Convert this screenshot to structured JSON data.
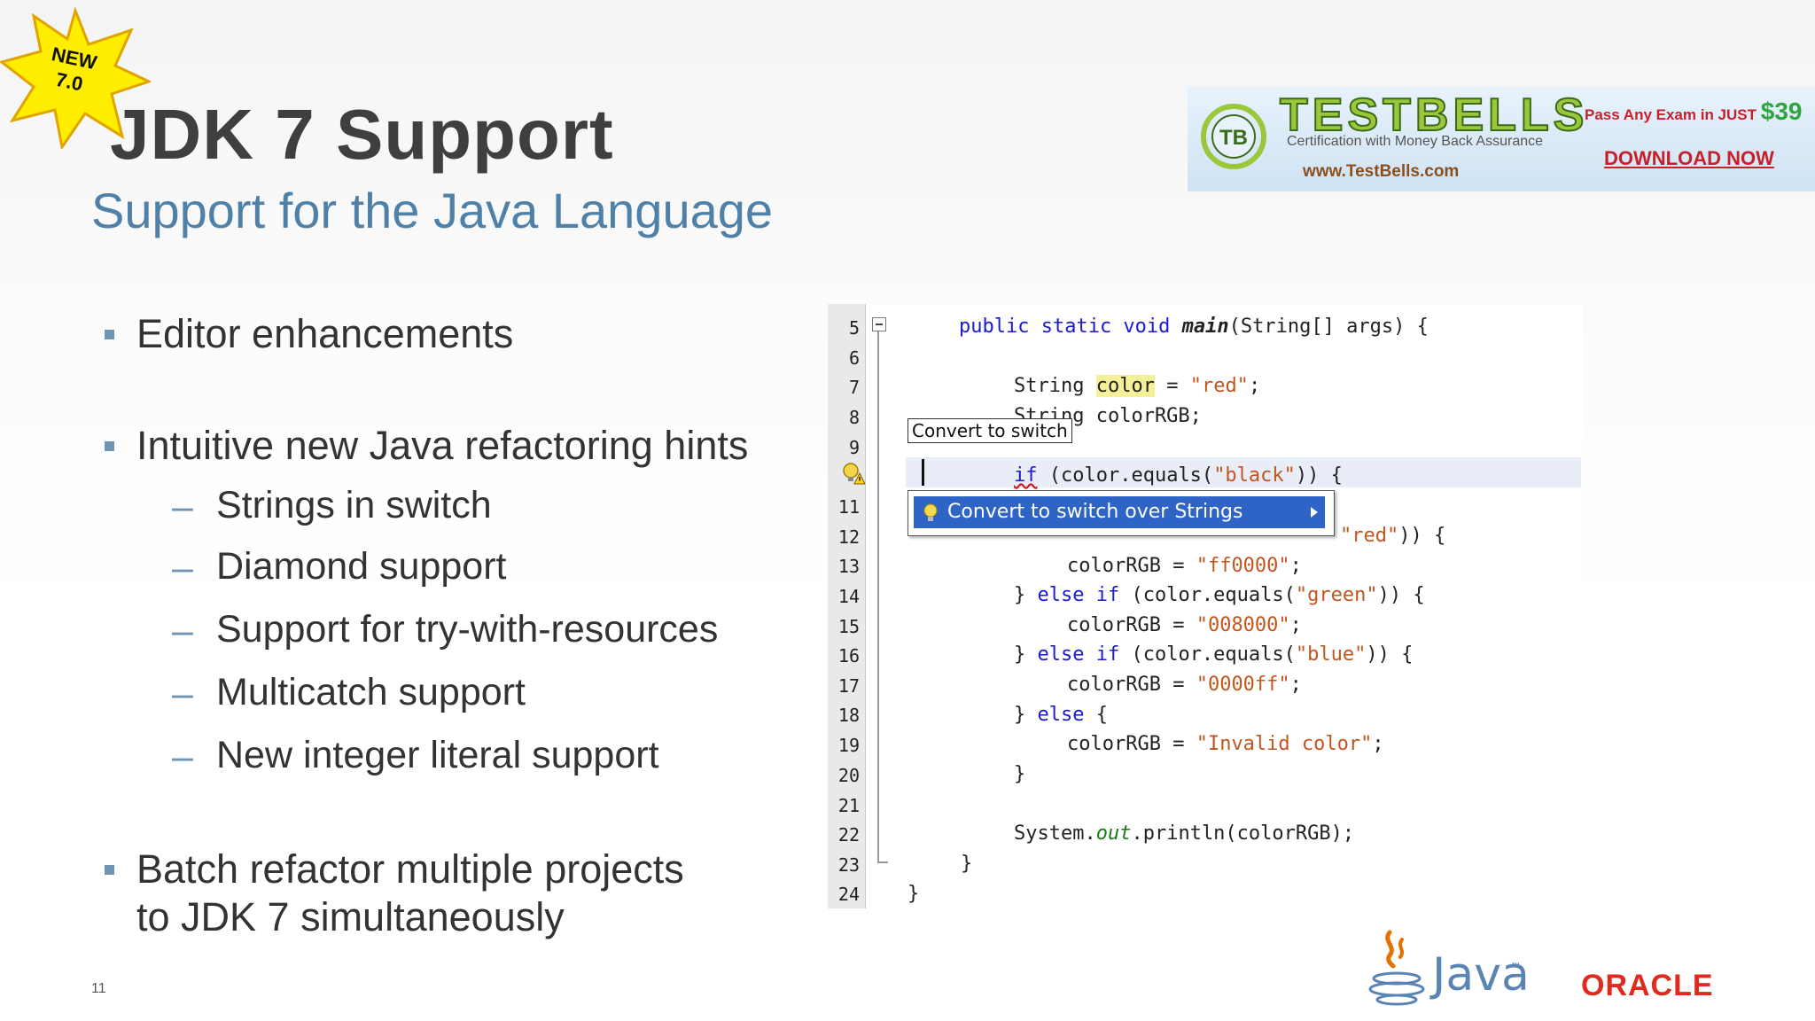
{
  "badge": {
    "line1": "NEW",
    "line2": "7.0"
  },
  "header": {
    "title": "JDK 7 Support",
    "subtitle": "Support for the Java Language"
  },
  "ad": {
    "brand": "TESTBELLS",
    "logo_text": "TB",
    "tagline": "Certification with Money Back Assurance",
    "url": "www.TestBells.com",
    "promo": "Pass Any Exam in JUST",
    "price": "$39",
    "cta": "DOWNLOAD NOW"
  },
  "bullets": {
    "b1": "Editor enhancements",
    "b2": "Intuitive new Java refactoring hints",
    "sub": [
      "Strings in switch",
      "Diamond support",
      "Support for try-with-resources",
      "Multicatch support",
      "New integer literal support"
    ],
    "b3_line1": "Batch refactor multiple projects",
    "b3_line2": "to JDK 7 simultaneously"
  },
  "page_number": "11",
  "code": {
    "line_numbers": [
      "5",
      "6",
      "7",
      "8",
      "9",
      "",
      "11",
      "12",
      "13",
      "14",
      "15",
      "16",
      "17",
      "18",
      "19",
      "20",
      "21",
      "22",
      "23",
      "24"
    ],
    "tooltip": "Convert to switch",
    "popup_item": "Convert to switch over Strings",
    "line5": {
      "kw": "public static void ",
      "method": "main",
      "rest": "(String[] args) {"
    },
    "line7": {
      "pre": "String ",
      "var": "color",
      "mid": " = ",
      "str": "\"red\"",
      "end": ";"
    },
    "line8": "String colorRGB;",
    "line10": {
      "kw": "if",
      "mid": " (color.equals(",
      "str": "\"black\"",
      "end": ")) {"
    },
    "line12": {
      "str": "\"red\"",
      "end": ")) {"
    },
    "line13": {
      "pre": "colorRGB = ",
      "str": "\"ff0000\"",
      "end": ";"
    },
    "line14": {
      "pre": "} ",
      "kw": "else if",
      "mid": " (color.equals(",
      "str": "\"green\"",
      "end": ")) {"
    },
    "line15": {
      "pre": "colorRGB = ",
      "str": "\"008000\"",
      "end": ";"
    },
    "line16": {
      "pre": "} ",
      "kw": "else if",
      "mid": " (color.equals(",
      "str": "\"blue\"",
      "end": ")) {"
    },
    "line17": {
      "pre": "colorRGB = ",
      "str": "\"0000ff\"",
      "end": ";"
    },
    "line18": {
      "pre": "} ",
      "kw": "else",
      "end": " {"
    },
    "line19": {
      "pre": "colorRGB = ",
      "str": "\"Invalid color\"",
      "end": ";"
    },
    "line20": "}",
    "line22": {
      "pre": "System.",
      "field": "out",
      "end": ".println(colorRGB);"
    },
    "line23": "}",
    "line24": "}"
  },
  "footer": {
    "java": "Java",
    "java_tm": "™",
    "oracle": "ORACLE"
  }
}
